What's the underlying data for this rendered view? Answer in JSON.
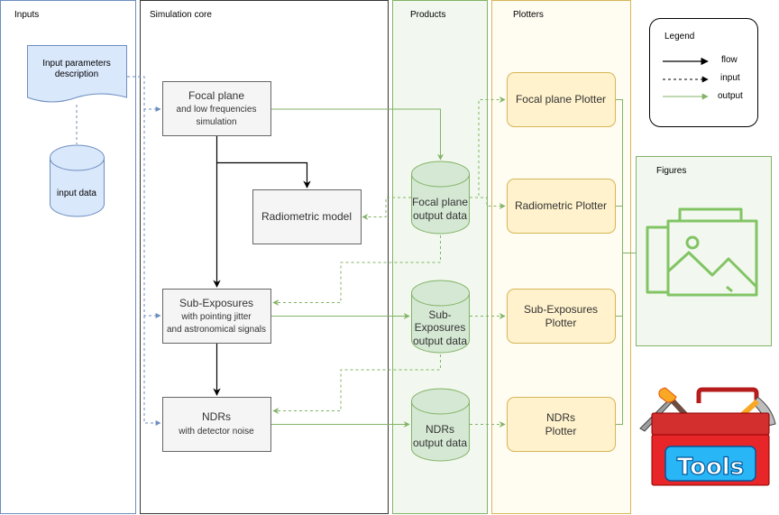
{
  "lanes": {
    "inputs": "Inputs",
    "core": "Simulation core",
    "products": "Products",
    "plotters": "Plotters"
  },
  "inputs": {
    "params_line1": "Input parameters",
    "params_line2": "description",
    "input_data": "input data"
  },
  "core": {
    "focal_title": "Focal plane",
    "focal_sub1": "and low frequencies",
    "focal_sub2": "simulation",
    "radiometric": "Radiometric model",
    "subexp_title": "Sub-Exposures",
    "subexp_sub1": "with pointing jitter",
    "subexp_sub2": "and astronomical signals",
    "ndrs_title": "NDRs",
    "ndrs_sub": "with detector noise"
  },
  "products": {
    "focal_l1": "Focal plane",
    "focal_l2": "output data",
    "subexp_l1": "Sub-",
    "subexp_l2": "Exposures",
    "subexp_l3": "output data",
    "ndrs_l1": "NDRs",
    "ndrs_l2": "output data"
  },
  "plotters": {
    "focal": "Focal plane Plotter",
    "radiometric": "Radiometric Plotter",
    "subexp_l1": "Sub-Exposures",
    "subexp_l2": "Plotter",
    "ndrs_l1": "NDRs",
    "ndrs_l2": "Plotter"
  },
  "legend": {
    "title": "Legend",
    "flow": "flow",
    "input": "input",
    "output": "output"
  },
  "figures": {
    "title": "Figures"
  },
  "tools": {
    "label": "Tools"
  },
  "colors": {
    "blue_border": "#6c8ebf",
    "blue_fill": "#dae8fc",
    "green_border": "#82b366",
    "green_fill": "#d5e8d4",
    "yellow_border": "#d6b656",
    "yellow_fill": "#fff2cc",
    "gray_fill": "#f5f5f5",
    "gray_border": "#666666",
    "figure_green": "#82c464",
    "tools_red": "#e8262a"
  }
}
